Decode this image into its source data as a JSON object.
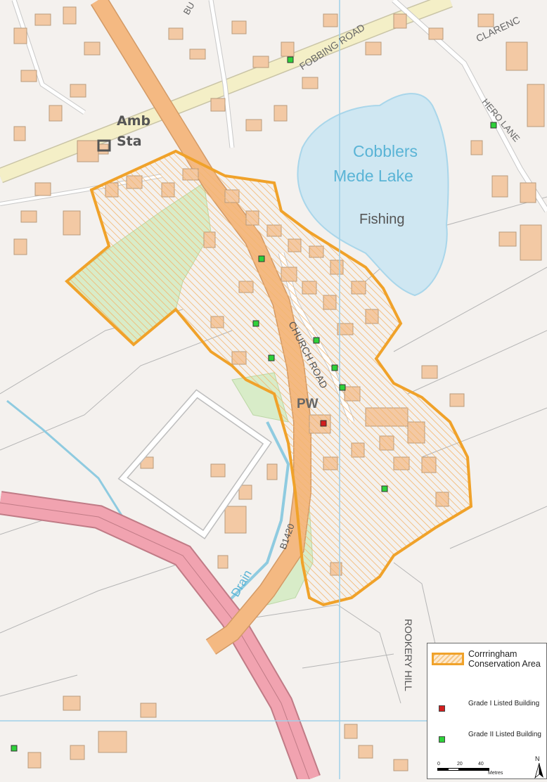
{
  "map": {
    "labels": {
      "amb": "Amb",
      "sta": "Sta",
      "lake_line1": "Cobblers",
      "lake_line2": "Mede Lake",
      "fishing": "Fishing",
      "fobbing_road": "FOBBING ROAD",
      "clarence": "CLARENC",
      "hero_lane": "HERO LANE",
      "church_road": "CHURCH ROAD",
      "pw": "PW",
      "b1420": "B1420",
      "drain": "Drain",
      "rookery_hill": "ROOKERY HILL",
      "bu": "BU"
    },
    "colors": {
      "background": "#f4f1ee",
      "building": "#f3c9a4",
      "building_stroke": "#b89a7c",
      "lake": "#cfe7f2",
      "lake_text": "#5ab4d6",
      "a_road": "#f4b982",
      "minor_road": "#f4efc7",
      "motorway": "#f1a3b0",
      "conservation_outline": "#f0a22a",
      "green_space": "#d8ecc8",
      "grid_line": "#9fd0e8",
      "grade1": "#d21e1e",
      "grade2": "#2ed23a"
    }
  },
  "legend": {
    "conservation_area": "Corrringham Conservation Area",
    "grade1": "Grade I Listed Building",
    "grade2": "Grade II Listed Building",
    "scale_ticks": [
      "0",
      "20",
      "40"
    ],
    "scale_unit": "Metres",
    "north": "N"
  }
}
